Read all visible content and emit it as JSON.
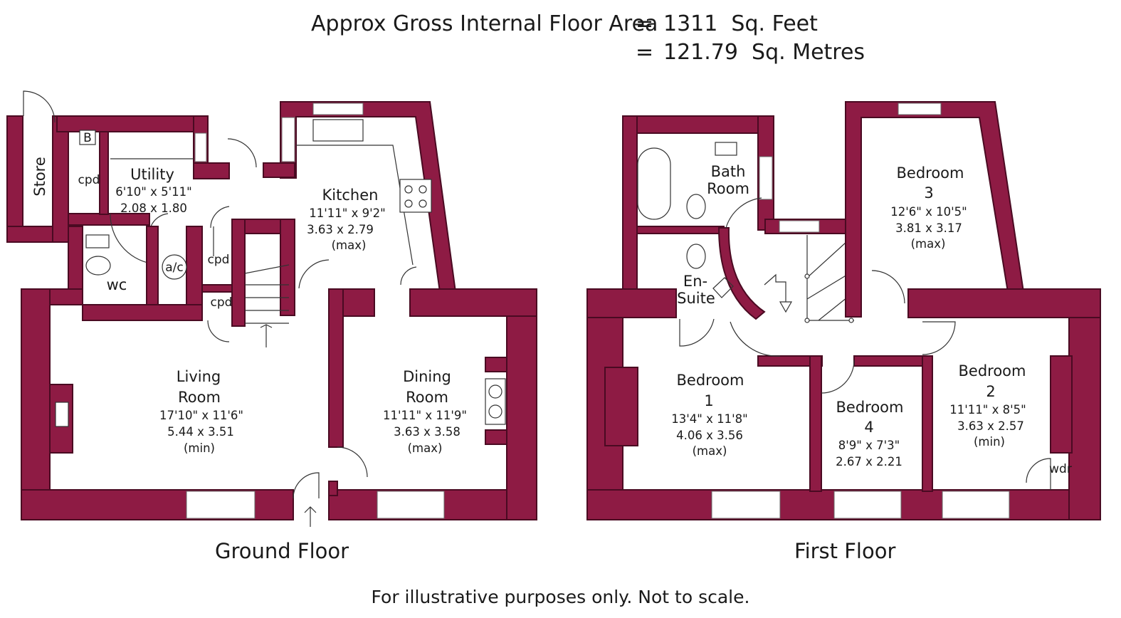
{
  "header": {
    "area_label": "Approx Gross Internal Floor Area",
    "equals": "=",
    "area_sqft": "1311  Sq. Feet",
    "area_sqm": "121.79  Sq. Metres"
  },
  "floors": {
    "ground": {
      "title": "Ground Floor",
      "rooms": {
        "store": {
          "name": "Store"
        },
        "utility": {
          "name": "Utility",
          "imperial": "6'10\"  x  5'11\"",
          "metric": "2.08  x  1.80"
        },
        "kitchen": {
          "name": "Kitchen",
          "imperial": "11'11\" x   9'2\"",
          "metric": "3.63  x  2.79",
          "note": "(max)"
        },
        "living": {
          "name1": "Living",
          "name2": "Room",
          "imperial": "17'10\" x  11'6\"",
          "metric": "5.44  x  3.51",
          "note": "(min)"
        },
        "dining": {
          "name1": "Dining",
          "name2": "Room",
          "imperial": "11'11\" x  11'9\"",
          "metric": "3.63  x  3.58",
          "note": "(max)"
        },
        "wc": {
          "name": "wc"
        }
      },
      "labels": {
        "cpd1": "cpd",
        "cpd2": "cpd",
        "cpd3": "cpd",
        "ac": "a/c",
        "boiler": "B"
      }
    },
    "first": {
      "title": "First Floor",
      "rooms": {
        "bath": {
          "name1": "Bath",
          "name2": "Room"
        },
        "ensuite": {
          "name1": "En-",
          "name2": "Suite"
        },
        "bed3": {
          "name1": "Bedroom",
          "name2": "3",
          "imperial": "12'6\"  x  10'5\"",
          "metric": "3.81  x  3.17",
          "note": "(max)"
        },
        "bed1": {
          "name1": "Bedroom",
          "name2": "1",
          "imperial": "13'4\"  x  11'8\"",
          "metric": "4.06  x  3.56",
          "note": "(max)"
        },
        "bed4": {
          "name1": "Bedroom",
          "name2": "4",
          "imperial": "8'9\"   x   7'3\"",
          "metric": "2.67  x  2.21"
        },
        "bed2": {
          "name1": "Bedroom",
          "name2": "2",
          "imperial": "11'11\" x   8'5\"",
          "metric": "3.63  x  2.57",
          "note": "(min)"
        }
      },
      "labels": {
        "wdr": "wdr"
      }
    }
  },
  "footer": "For illustrative purposes only. Not to scale.",
  "colors": {
    "wall": "#8e1b44",
    "wall_edge": "#4a0a22"
  }
}
